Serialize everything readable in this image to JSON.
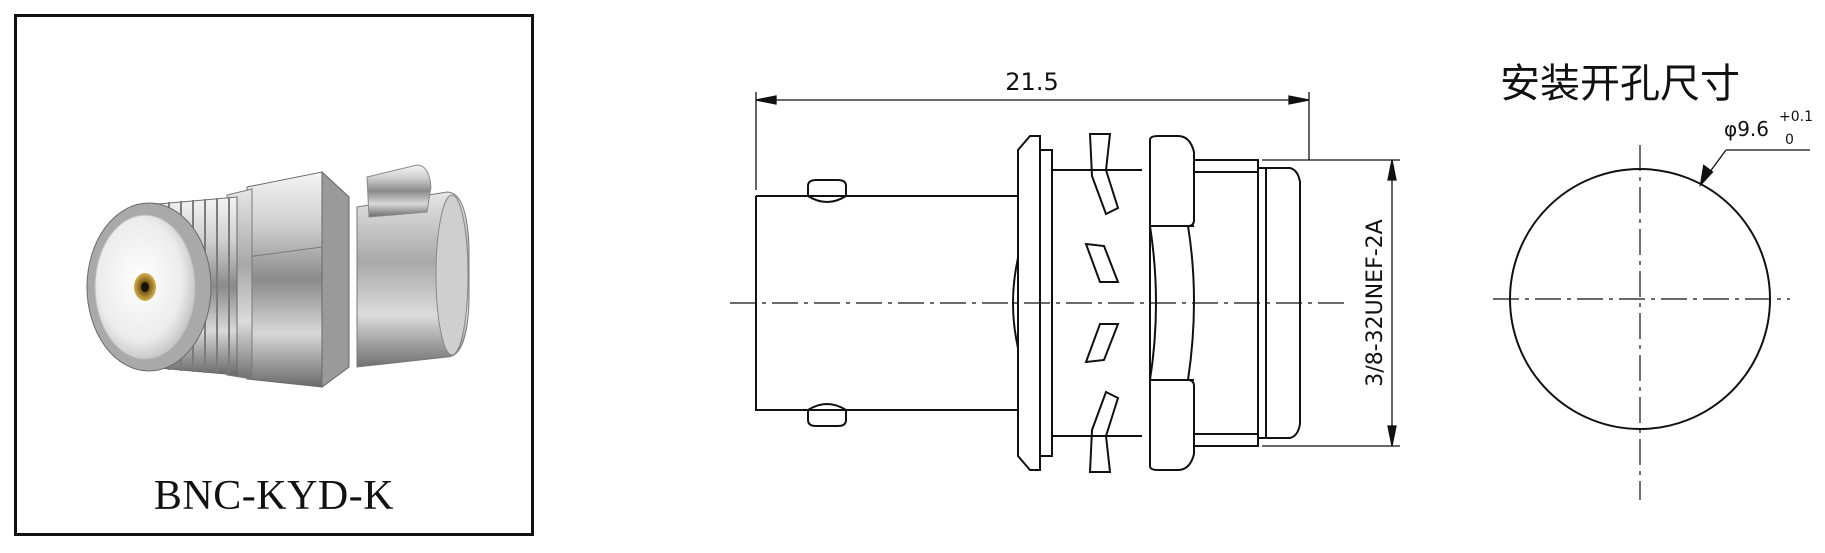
{
  "product": {
    "name": "BNC-KYD-K"
  },
  "drawing": {
    "overall_length": "21.5",
    "thread_spec": "3/8-32UNEF-2A"
  },
  "panel_cutout": {
    "title": "安装开孔尺寸",
    "diameter_prefix": "φ9.6",
    "tolerance_upper": "+0.1",
    "tolerance_lower": "0"
  },
  "colors": {
    "line": "#111111",
    "frame": "#111111",
    "metal_light": "#f2f2f2",
    "metal_dark": "#6e6e6e",
    "contact": "#c8a030"
  }
}
